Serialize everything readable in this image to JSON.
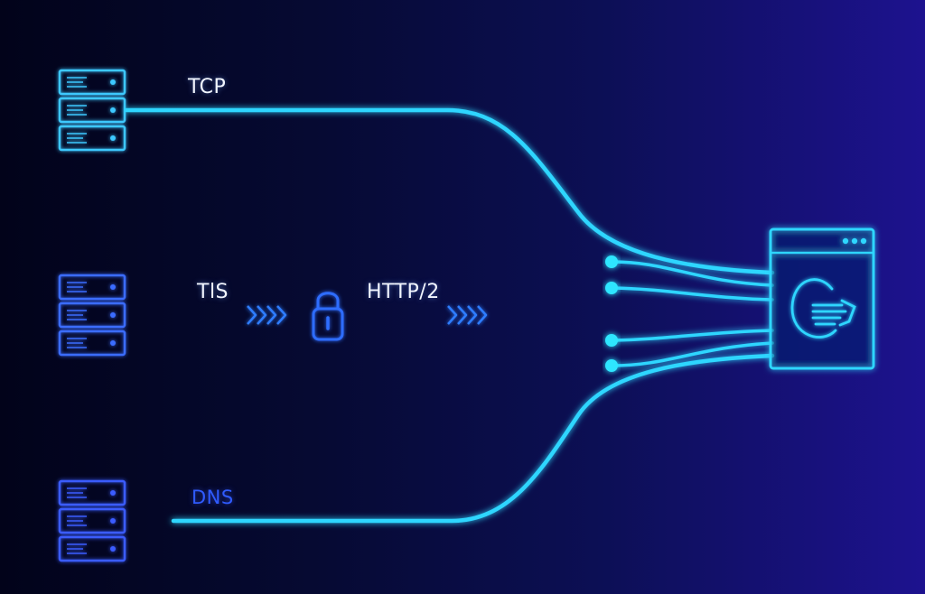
{
  "labels": {
    "tcp": "TCP",
    "tls": "TlS",
    "http2": "HTTP/2",
    "dns": "DNS"
  },
  "colors": {
    "glow_cyan": "#2fd6ff",
    "server_cyan": "#3cc8ff",
    "server_blue": "#3a5cff",
    "background_left": "#02031a",
    "background_right": "#1d128f"
  },
  "icons": {
    "server_rack": "server-rack-icon",
    "lock": "lock-icon",
    "chevrons": "chevrons-icon",
    "browser": "browser-window-icon",
    "edge_logo": "browser-logo-icon"
  }
}
